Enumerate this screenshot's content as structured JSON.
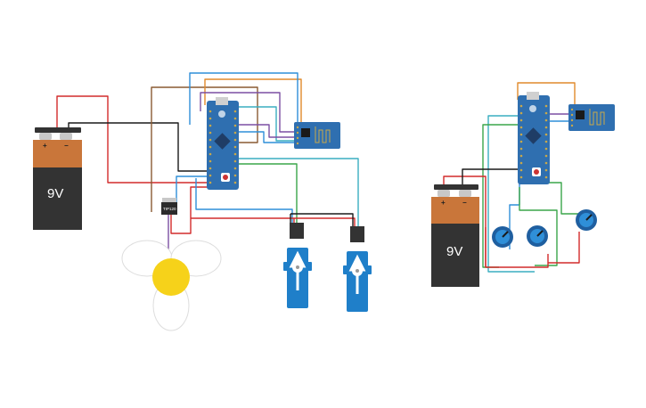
{
  "circuits": [
    {
      "battery": {
        "label": "9V",
        "plus": "+",
        "minus": "−"
      },
      "regulator": {
        "label": "TIP120"
      }
    },
    {
      "battery": {
        "label": "9V",
        "plus": "+",
        "minus": "−"
      }
    }
  ],
  "colors": {
    "red": "#d22b2b",
    "black": "#1a1a1a",
    "blue": "#2f8fd8",
    "teal": "#3aaec0",
    "green": "#3aa64a",
    "brown": "#8a5a32",
    "purple": "#7b4fa3",
    "orange": "#e08a2c",
    "board": "#2f6fb0",
    "battery_top": "#c9763a",
    "battery_body": "#333333",
    "servo": "#1f7fc9",
    "led": "#f6d21a"
  }
}
